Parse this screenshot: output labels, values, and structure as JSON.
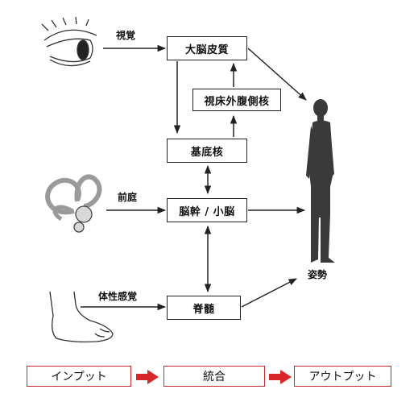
{
  "boxes": {
    "cortex": "大脳皮質",
    "lgn": "視床外腹側核",
    "basal_ganglia": "基底核",
    "brainstem": "脳幹 / 小脳",
    "spinal_cord": "脊髄"
  },
  "inputs": {
    "vision": "視覚",
    "vestibular": "前庭",
    "somatosensory": "体性感覚"
  },
  "output_label": "姿勢",
  "flow": {
    "input": "インプット",
    "integration": "統合",
    "output": "アウトプット"
  },
  "colors": {
    "flow_accent": "#d8262b",
    "line": "#222222",
    "figure": "#3a3a3a"
  }
}
